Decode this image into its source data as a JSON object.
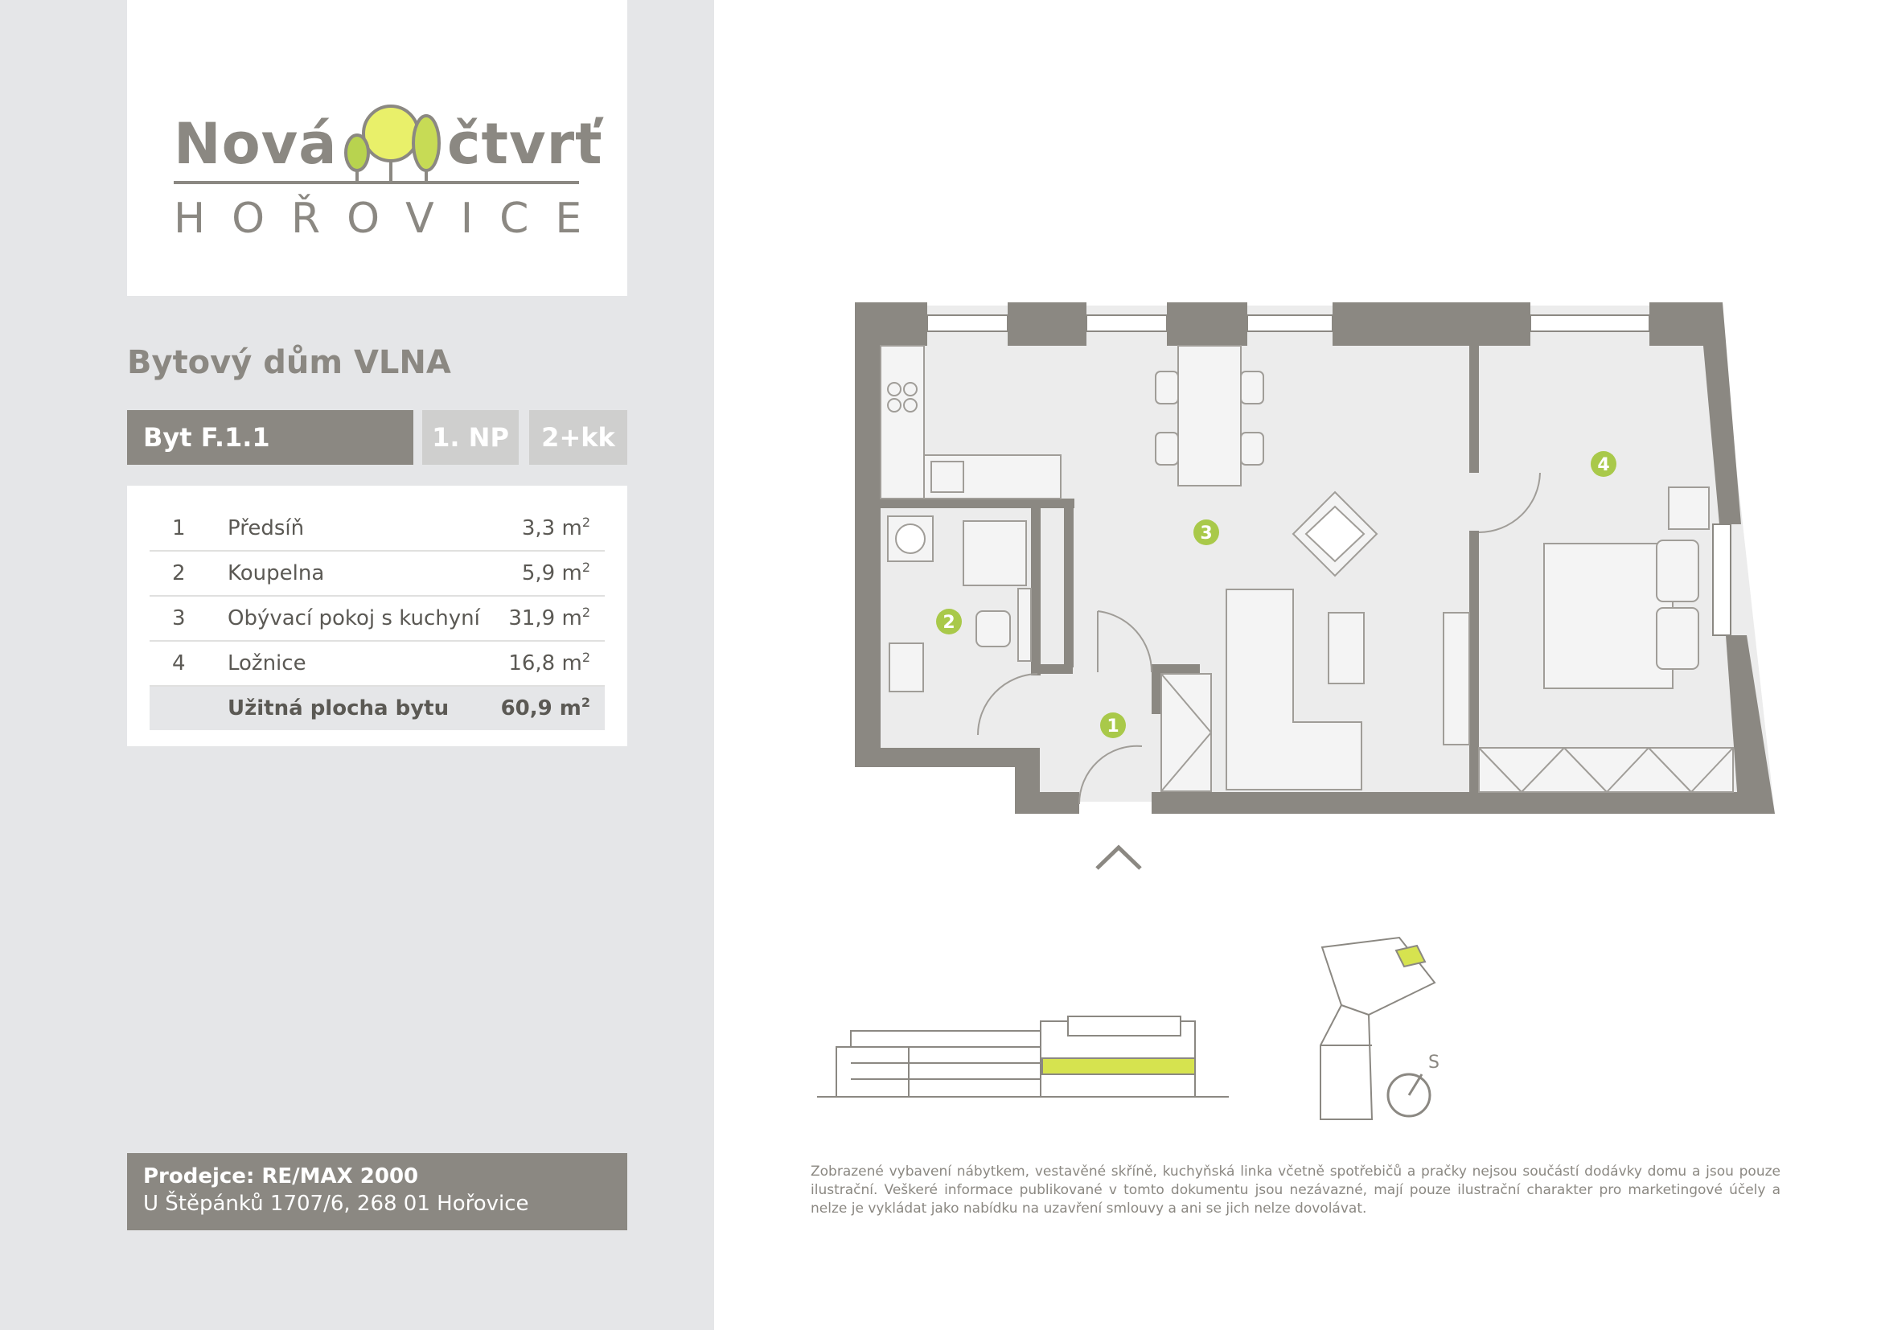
{
  "logo": {
    "word1": "Nová",
    "word2": "čtvrť",
    "city": "HOŘOVICE"
  },
  "building": "Bytový dům VLNA",
  "unit": {
    "code": "Byt F.1.1",
    "floor": "1. NP",
    "type": "2+kk"
  },
  "rooms": [
    {
      "num": "1",
      "name": "Předsíň",
      "area": "3,3 m"
    },
    {
      "num": "2",
      "name": "Koupelna",
      "area": "5,9 m"
    },
    {
      "num": "3",
      "name": "Obývací pokoj s kuchyní",
      "area": "31,9 m"
    },
    {
      "num": "4",
      "name": "Ložnice",
      "area": "16,8 m"
    }
  ],
  "total": {
    "label": "Užitná plocha bytu",
    "area": "60,9 m"
  },
  "area_unit_exponent": "2",
  "seller": {
    "name": "Prodejce: RE/MAX 2000",
    "address": "U Štěpánků 1707/6, 268 01 Hořovice"
  },
  "plan_markers": [
    "1",
    "2",
    "3",
    "4"
  ],
  "compass_label": "S",
  "disclaimer": "Zobrazené vybavení nábytkem, vestavěné skříně, kuchyňská linka včetně spotřebičů a pračky nejsou součástí dodávky domu a jsou pouze ilustrační. Veškeré informace publikované v tomto dokumentu jsou nezávazné, mají pouze ilustrační charakter pro marketingové účely a nelze je vykládat jako nabídku na uzavření smlouvy a ani se jich nelze dovolávat.",
  "colors": {
    "accent": "#a9c94a",
    "wall": "#8b8882",
    "floor": "#ececec",
    "sidebar": "#e5e6e8",
    "highlight": "#d6e34f"
  }
}
